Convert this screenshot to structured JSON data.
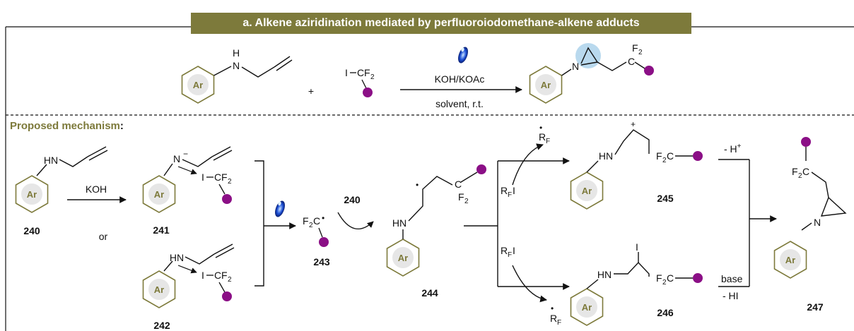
{
  "title": "a. Alkene aziridination mediated by perfluoroiodomethane-alkene adducts",
  "section_label": "Proposed mechanism",
  "section_colon": ":",
  "ring_label": "Ar",
  "reagents": {
    "top_condition_1": "KOH/KOAc",
    "top_condition_2": "solvent, r.t.",
    "base_step": "KOH",
    "or_text": "or",
    "plus": "+",
    "minus_h": "- H",
    "minus_h_sup": "+",
    "base_label": "base",
    "minus_hi": "- HI",
    "rfi": "R",
    "rfi_sub": "F",
    "rfi_tail": "I",
    "rf_radical": "R",
    "rf_sub": "F"
  },
  "atoms": {
    "N": "N",
    "HN": "HN",
    "H": "H",
    "I": "I",
    "C": "C",
    "F2": "F",
    "F2_sub": "2",
    "F2C": "F",
    "F2C_sub": "2",
    "F2C_tail": "C",
    "minus": "−",
    "plus_sign": "+",
    "radical_dot": "•"
  },
  "compounds": {
    "c240": "240",
    "c241": "241",
    "c242": "242",
    "c243": "243",
    "c244": "244",
    "c245": "245",
    "c246": "246",
    "c247": "247",
    "c240_reagent": "240"
  },
  "colors": {
    "accent": "#7d7a3b",
    "purple": "#8b0f86",
    "light_blue": "#a7d0ea",
    "ring_fill": "#e6e6e6"
  },
  "icons": [
    "blue-led-lamp-icon",
    "purple-substituent-dot-icon"
  ]
}
